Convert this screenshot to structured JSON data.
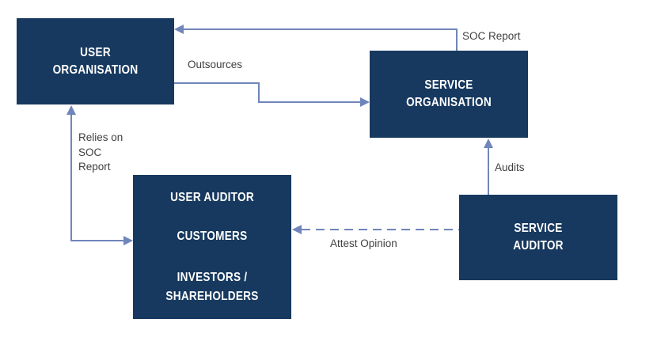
{
  "colors": {
    "background": "#ffffff",
    "box_fill": "#17395F",
    "box_text": "#ffffff",
    "connector": "#7085BB",
    "label": "#404040"
  },
  "nodes": {
    "user_org": {
      "line1": "USER",
      "line2": "ORGANISATION"
    },
    "service_org": {
      "line1": "SERVICE",
      "line2": "ORGANISATION"
    },
    "user_auditor": {
      "line1": "USER AUDITOR",
      "line2": "CUSTOMERS",
      "line3": "INVESTORS /",
      "line4": "SHAREHOLDERS"
    },
    "service_auditor": {
      "line1": "SERVICE",
      "line2": "AUDITOR"
    }
  },
  "labels": {
    "soc_report": "SOC Report",
    "outsources": "Outsources",
    "relies_on": "Relies on\nSOC\nReport",
    "audits": "Audits",
    "attest_opinion": "Attest Opinion"
  }
}
